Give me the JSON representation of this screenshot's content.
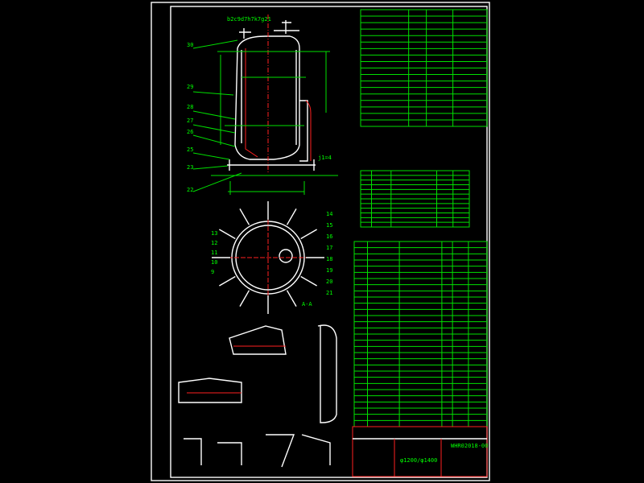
{
  "colors": {
    "background": "#000000",
    "frame": "#ffffff",
    "dimension": "#00e000",
    "centerline": "#ff2020",
    "title_block": "#ff2020",
    "text": "#00ff00",
    "note": "#00e0e0"
  },
  "drawing": {
    "title": "φ1200/φ1400",
    "drawing_number": "WHR02018-00",
    "section_label": "A-A",
    "jacket_note": "j1=4",
    "top_note": "b2c9d7h7k7g21",
    "elevation_callouts": [
      "30",
      "29",
      "28",
      "27",
      "26",
      "25",
      "23",
      "22"
    ],
    "plan_callouts_left": [
      "13",
      "12",
      "11",
      "10",
      "9"
    ],
    "plan_callouts_right": [
      "14",
      "15",
      "16",
      "17",
      "18",
      "19",
      "20",
      "21"
    ]
  }
}
